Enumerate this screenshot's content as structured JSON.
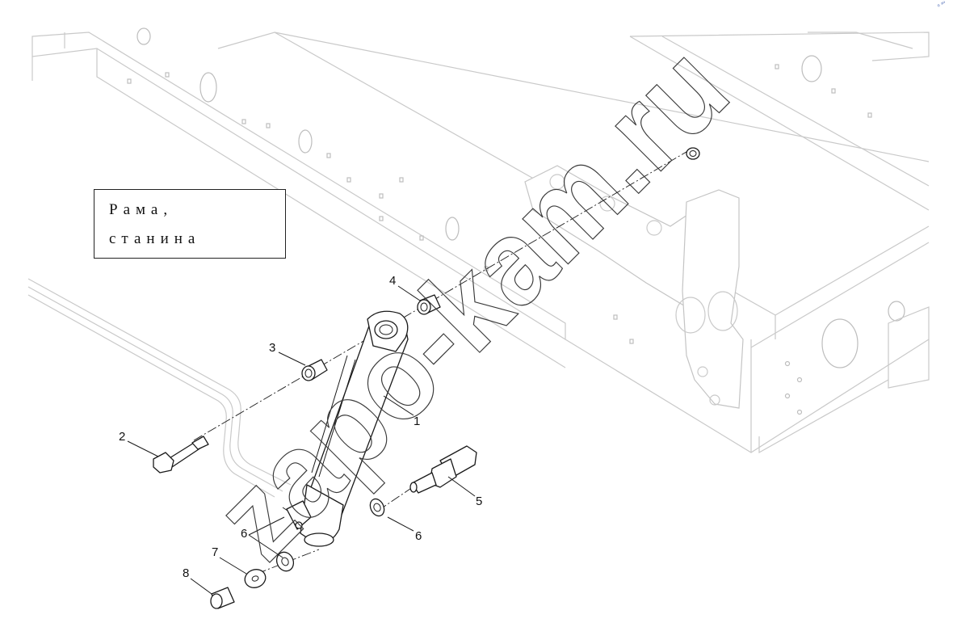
{
  "label_box": {
    "line1": "Рама,",
    "line2": "станина"
  },
  "watermark": "zapo-kam.ru",
  "corner_mark": "⁰ ᵃᵘ",
  "callouts": {
    "c1": "1",
    "c2": "2",
    "c3": "3",
    "c4": "4",
    "c5": "5",
    "c6a": "6",
    "c6b": "6",
    "c7": "7",
    "c8": "8"
  },
  "colors": {
    "line": "#1a1a1a",
    "frame": "#c9c9c9",
    "watermark": "#3a3a3a"
  }
}
